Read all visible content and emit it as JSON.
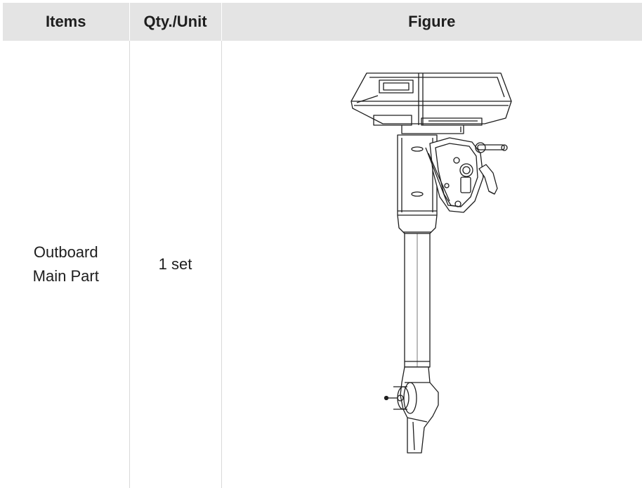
{
  "table": {
    "headers": [
      "Items",
      "Qty./Unit",
      "Figure"
    ],
    "rows": [
      {
        "item_line1": "Outboard",
        "item_line2": "Main Part",
        "qty": "1 set",
        "figure_icon": "outboard-motor-drawing"
      }
    ]
  }
}
